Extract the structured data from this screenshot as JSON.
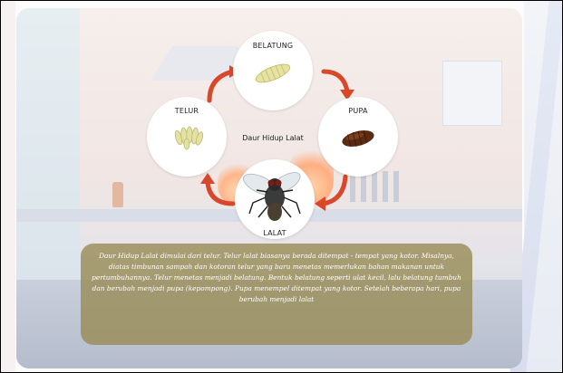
{
  "diagram": {
    "title": "Daur Hidup Lalat",
    "stages": [
      {
        "label": "BELATUNG",
        "icon": "maggot-icon"
      },
      {
        "label": "PUPA",
        "icon": "pupa-icon"
      },
      {
        "label": "LALAT",
        "icon": "fly-icon"
      },
      {
        "label": "TELUR",
        "icon": "eggs-icon"
      }
    ],
    "arrow_color": "#d9472b",
    "description": "Daur Hidup Lalat dimulai dari telur. Telur lalat biasanya berada ditempat - tempat yang kotor. Misalnya, diatas timbunan sampah dan kotoran telur yang baru menetas memerlukan bahan makanan untuk pertumbuhannya. Telur menetas menjadi belatung. Bentuk belatung seperti ulat kecil, lalu belatung tumbuh dan berubah menjadi pupa (kepompong). Pupa menempel ditempat yang kotor. Setelah beberapa hari, pupa berubah menjadi lalat",
    "textbox_color": "#998c58"
  }
}
